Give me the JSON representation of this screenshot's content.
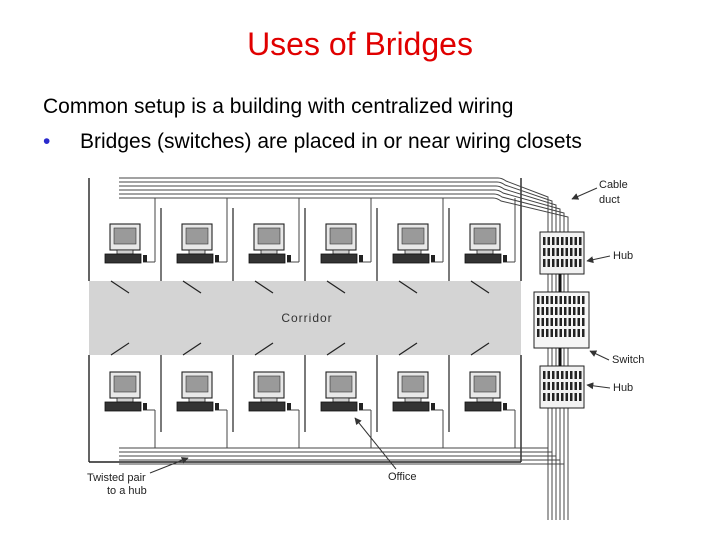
{
  "slide": {
    "title": "Uses of Bridges",
    "line1": "Common setup is a building with centralized wiring",
    "bullet_char": "•",
    "bullet1": "Bridges (switches) are placed in or near wiring closets"
  },
  "diagram": {
    "corridor_label": "Corridor",
    "cable_duct_label_1": "Cable",
    "cable_duct_label_2": "duct",
    "hub_top_label": "Hub",
    "switch_label": "Switch",
    "hub_bottom_label": "Hub",
    "office_label": "Office",
    "twisted_pair_label_1": "Twisted pair",
    "twisted_pair_label_2": "to a hub",
    "offices_per_row": 6
  }
}
